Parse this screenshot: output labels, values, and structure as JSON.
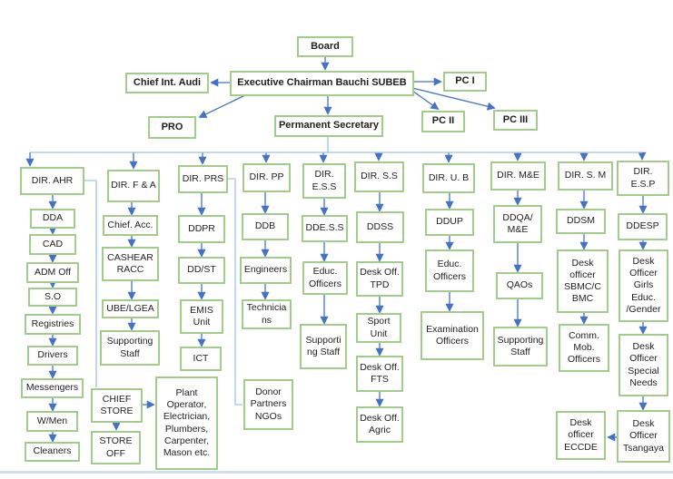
{
  "diagram_title": "Bauchi SUBEB organizational chart",
  "colors": {
    "box_border": "#A3CC8C",
    "arrow": "#4472C4",
    "connector_light": "#9DC3E6",
    "text": "#1F1F1F",
    "page_edge": "#D3DFE9"
  },
  "nodes": {
    "board": "Board",
    "chief_int_audi": "Chief Int. Audi",
    "exec_chairman": "Executive Chairman Bauchi SUBEB",
    "pc1": "PC I",
    "pro": "PRO",
    "perm_sec": "Permanent Secretary",
    "pc2": "PC II",
    "pc3": "PC III",
    "dir_ahr": "DIR. AHR",
    "dir_fa": "DIR. F & A",
    "dir_prs": "DIR. PRS",
    "dir_pp": "DIR. PP",
    "dir_ess": "DIR. E.S.S",
    "dir_ss": "DIR. S.S",
    "dir_ub": "DIR. U. B",
    "dir_me": "DIR. M&E",
    "dir_sm": "DIR. S. M",
    "dir_esp": "DIR. E.S.P",
    "dda": "DDA",
    "cad": "CAD",
    "adm_off": "ADM Off",
    "so": "S.O",
    "registries": "Registries",
    "drivers": "Drivers",
    "messengers": "Messengers",
    "wmen": "W/Men",
    "cleaners": "Cleaners",
    "chief_acc": "Chief. Acc.",
    "cashear_racc": "CASHEAR RACC",
    "ube_lgea": "UBE/LGEA",
    "supporting_staff_fa": "Supporting Staff",
    "chief_store": "CHIEF STORE",
    "store_off": "STORE OFF",
    "plant_operators": "Plant Operator, Electrician, Plumbers, Carpenter, Mason etc.",
    "ddpr": "DDPR",
    "dd_st": "DD/ST",
    "emis_unit": "EMIS Unit",
    "ict": "ICT",
    "ddb": "DDB",
    "engineers": "Engineers",
    "technicians": "Technicians",
    "donor_partners": "Donor Partners NGOs",
    "ddess": "DDE.S.S",
    "educ_officers_ess": "Educ. Officers",
    "supporting_staff_ess": "Supporting Staff",
    "ddss": "DDSS",
    "desk_off_tpd": "Desk Off. TPD",
    "sport_unit": "Sport Unit",
    "desk_off_fts": "Desk Off. FTS",
    "desk_off_agric": "Desk Off. Agric",
    "ddup": "DDUP",
    "educ_officers_ub": "Educ. Officers",
    "exam_officers": "Examination Officers",
    "ddqa_me": "DDQA/ M&E",
    "qaos": "QAOs",
    "supporting_staff_me": "Supporting Staff",
    "ddsm": "DDSM",
    "desk_officer_sbmc": "Desk officer SBMC/C BMC",
    "comm_mob_officers": "Comm. Mob. Officers",
    "ddesp": "DDESP",
    "desk_officer_girls": "Desk Officer Girls Educ. /Gender",
    "desk_officer_special": "Desk Officer Special Needs",
    "desk_officer_tsangaya": "Desk Officer Tsangaya",
    "desk_officer_eccde": "Desk officer ECCDE"
  },
  "edges": [
    {
      "from": "board",
      "to": "exec_chairman"
    },
    {
      "from": "exec_chairman",
      "to": "chief_int_audi"
    },
    {
      "from": "exec_chairman",
      "to": "pc1"
    },
    {
      "from": "exec_chairman",
      "to": "pro"
    },
    {
      "from": "exec_chairman",
      "to": "perm_sec"
    },
    {
      "from": "exec_chairman",
      "to": "pc2"
    },
    {
      "from": "exec_chairman",
      "to": "pc3"
    },
    {
      "from": "perm_sec",
      "to": "dir_ahr"
    },
    {
      "from": "perm_sec",
      "to": "dir_fa"
    },
    {
      "from": "perm_sec",
      "to": "dir_prs"
    },
    {
      "from": "perm_sec",
      "to": "dir_pp"
    },
    {
      "from": "perm_sec",
      "to": "dir_ess"
    },
    {
      "from": "perm_sec",
      "to": "dir_ss"
    },
    {
      "from": "perm_sec",
      "to": "dir_ub"
    },
    {
      "from": "perm_sec",
      "to": "dir_me"
    },
    {
      "from": "perm_sec",
      "to": "dir_sm"
    },
    {
      "from": "perm_sec",
      "to": "dir_esp"
    },
    {
      "from": "dir_ahr",
      "to": "dda"
    },
    {
      "from": "dda",
      "to": "cad"
    },
    {
      "from": "cad",
      "to": "adm_off"
    },
    {
      "from": "adm_off",
      "to": "so"
    },
    {
      "from": "so",
      "to": "registries"
    },
    {
      "from": "registries",
      "to": "drivers"
    },
    {
      "from": "drivers",
      "to": "messengers"
    },
    {
      "from": "messengers",
      "to": "wmen"
    },
    {
      "from": "wmen",
      "to": "cleaners"
    },
    {
      "from": "dir_ahr",
      "to": "chief_store"
    },
    {
      "from": "chief_store",
      "to": "store_off"
    },
    {
      "from": "chief_store",
      "to": "plant_operators"
    },
    {
      "from": "dir_fa",
      "to": "chief_acc"
    },
    {
      "from": "chief_acc",
      "to": "cashear_racc"
    },
    {
      "from": "cashear_racc",
      "to": "ube_lgea"
    },
    {
      "from": "ube_lgea",
      "to": "supporting_staff_fa"
    },
    {
      "from": "dir_prs",
      "to": "ddpr"
    },
    {
      "from": "ddpr",
      "to": "dd_st"
    },
    {
      "from": "dd_st",
      "to": "emis_unit"
    },
    {
      "from": "emis_unit",
      "to": "ict"
    },
    {
      "from": "dir_prs",
      "to": "donor_partners"
    },
    {
      "from": "dir_pp",
      "to": "ddb"
    },
    {
      "from": "ddb",
      "to": "engineers"
    },
    {
      "from": "engineers",
      "to": "technicians"
    },
    {
      "from": "dir_ess",
      "to": "ddess"
    },
    {
      "from": "ddess",
      "to": "educ_officers_ess"
    },
    {
      "from": "educ_officers_ess",
      "to": "supporting_staff_ess"
    },
    {
      "from": "dir_ss",
      "to": "ddss"
    },
    {
      "from": "ddss",
      "to": "desk_off_tpd"
    },
    {
      "from": "desk_off_tpd",
      "to": "sport_unit"
    },
    {
      "from": "sport_unit",
      "to": "desk_off_fts"
    },
    {
      "from": "desk_off_fts",
      "to": "desk_off_agric"
    },
    {
      "from": "dir_ub",
      "to": "ddup"
    },
    {
      "from": "ddup",
      "to": "educ_officers_ub"
    },
    {
      "from": "educ_officers_ub",
      "to": "exam_officers"
    },
    {
      "from": "dir_me",
      "to": "ddqa_me"
    },
    {
      "from": "ddqa_me",
      "to": "qaos"
    },
    {
      "from": "qaos",
      "to": "supporting_staff_me"
    },
    {
      "from": "dir_sm",
      "to": "ddsm"
    },
    {
      "from": "ddsm",
      "to": "desk_officer_sbmc"
    },
    {
      "from": "desk_officer_sbmc",
      "to": "comm_mob_officers"
    },
    {
      "from": "dir_esp",
      "to": "ddesp"
    },
    {
      "from": "ddesp",
      "to": "desk_officer_girls"
    },
    {
      "from": "desk_officer_girls",
      "to": "desk_officer_special"
    },
    {
      "from": "desk_officer_special",
      "to": "desk_officer_tsangaya"
    },
    {
      "from": "desk_officer_tsangaya",
      "to": "desk_officer_eccde"
    }
  ]
}
